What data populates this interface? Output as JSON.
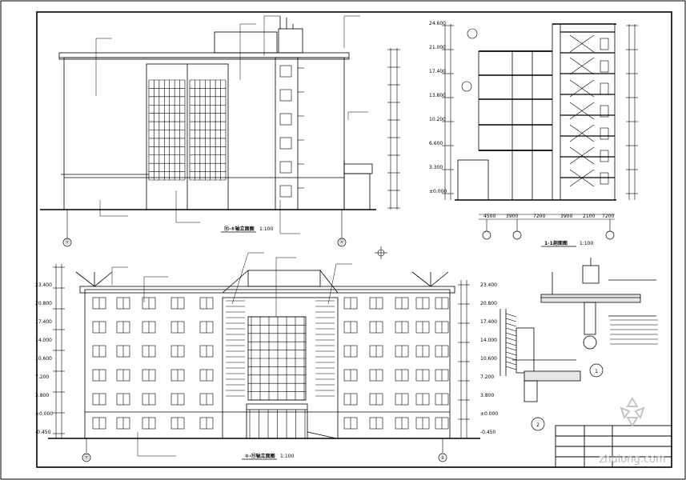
{
  "drawing": {
    "views": [
      {
        "id": "side-elevation",
        "title": "⑪-⑤轴立面图",
        "scale": "1:100"
      },
      {
        "id": "section",
        "title": "1-1剖面图",
        "scale": "1:100"
      },
      {
        "id": "front-elevation",
        "title": "①-⑪轴立面图",
        "scale": "1:100"
      }
    ],
    "axis_bubbles": {
      "side_left": "⑪",
      "side_right": "Ⓐ",
      "front_left": "⑪",
      "front_right": "①",
      "detail_1": "1",
      "detail_2": "2"
    },
    "front_levels": [
      "23.400",
      "20.800",
      "17.400",
      "14.000",
      "10.600",
      "7.200",
      "3.800",
      "±0.000",
      "-0.450"
    ],
    "section_levels": [
      "24.600",
      "21.000",
      "17.400",
      "13.800",
      "10.200",
      "6.600",
      "3.300",
      "±0.000"
    ],
    "section_dims": [
      "4500",
      "3900",
      "7200",
      "3900",
      "2100",
      "7200"
    ],
    "watermark": "zhulong.com"
  }
}
